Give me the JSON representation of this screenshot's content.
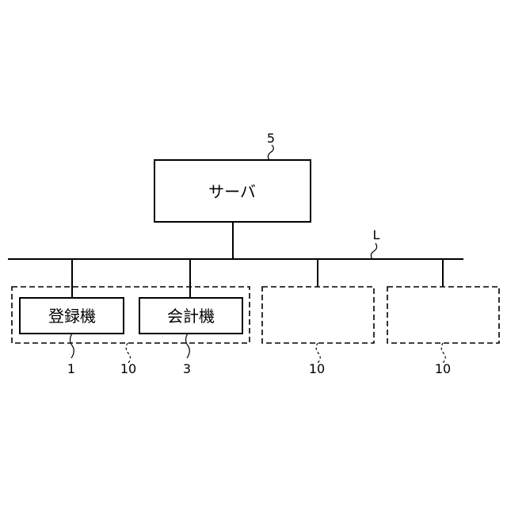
{
  "nodes": {
    "server": {
      "label": "サーバ",
      "ref": "5"
    },
    "registration_machine": {
      "label": "登録機",
      "ref": "1"
    },
    "payment_machine": {
      "label": "会計機",
      "ref": "3"
    },
    "group_1": {
      "ref": "10"
    },
    "group_2": {
      "ref": "10"
    },
    "group_3": {
      "ref": "10"
    }
  },
  "network": {
    "ref": "L"
  }
}
